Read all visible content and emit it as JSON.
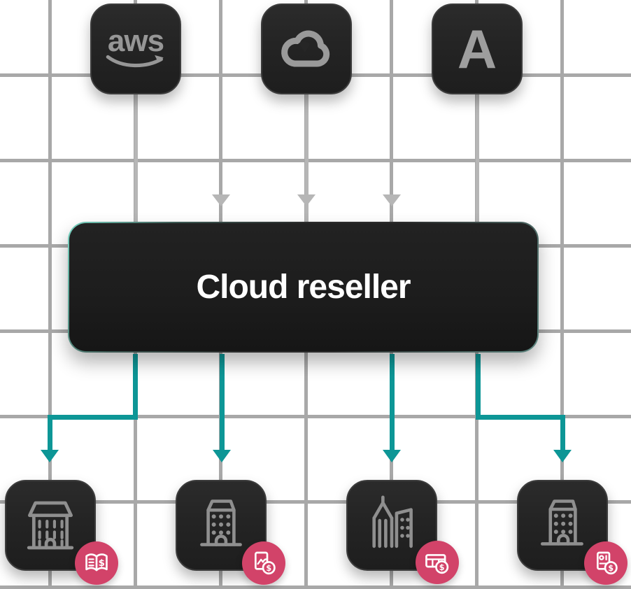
{
  "colors": {
    "background": "#ffffff",
    "grid": "#a8a8a8",
    "connector-gray": "#b6b6b6",
    "teal": "#0d9696",
    "pink": "#d24369",
    "tile": "#242424",
    "box": "#1d1d1d",
    "box-text": "#ffffff",
    "mint": "#79d6c4",
    "icon-gray": "#8f8f8f",
    "logo-gray": "#969696"
  },
  "providers": [
    {
      "id": "aws",
      "label": "aws",
      "icon": "aws-logo-icon"
    },
    {
      "id": "google-cloud",
      "icon": "cloud-icon"
    },
    {
      "id": "azure",
      "label": "A",
      "icon": "azure-a-icon"
    }
  ],
  "reseller": {
    "label": "Cloud reseller"
  },
  "customers": [
    {
      "icon": "building-arched-roof-icon",
      "badge_icon": "price-book-icon",
      "badge_symbol": "$"
    },
    {
      "icon": "office-building-icon",
      "badge_icon": "invoice-dollar-icon",
      "badge_symbol": "$"
    },
    {
      "icon": "city-buildings-icon",
      "badge_icon": "billing-table-icon",
      "badge_symbol": "$"
    },
    {
      "icon": "office-building-icon",
      "badge_icon": "receipt-dollar-icon",
      "badge_symbol": "$"
    }
  ]
}
